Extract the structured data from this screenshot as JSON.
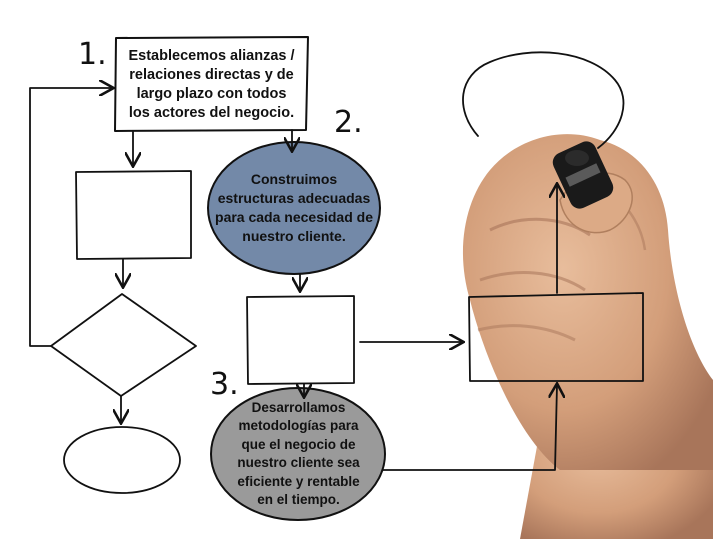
{
  "steps": [
    {
      "number": "1.",
      "text": "Establecemos alianzas /\nrelaciones directas y de\nlargo plazo con todos\nlos actores del negocio.",
      "shape": "rectangle",
      "fill": "#ffffff"
    },
    {
      "number": "2.",
      "text": "Construimos\nestructuras adecuadas\npara cada necesidad de\nnuestro cliente.",
      "shape": "ellipse",
      "fill": "#7389a8"
    },
    {
      "number": "3.",
      "text": "Desarrollamos\nmetodologías para\nque el negocio de\nnuestro cliente sea\neficiente y rentable\nen el tiempo.",
      "shape": "ellipse",
      "fill": "#9a9a9a"
    }
  ],
  "colors": {
    "ink": "#111111",
    "skin": "#d8a582",
    "skin_shadow": "#b07f5e",
    "marker": "#1a1a1a"
  },
  "decor": {
    "hand": "hand-holding-marker-illustration"
  }
}
